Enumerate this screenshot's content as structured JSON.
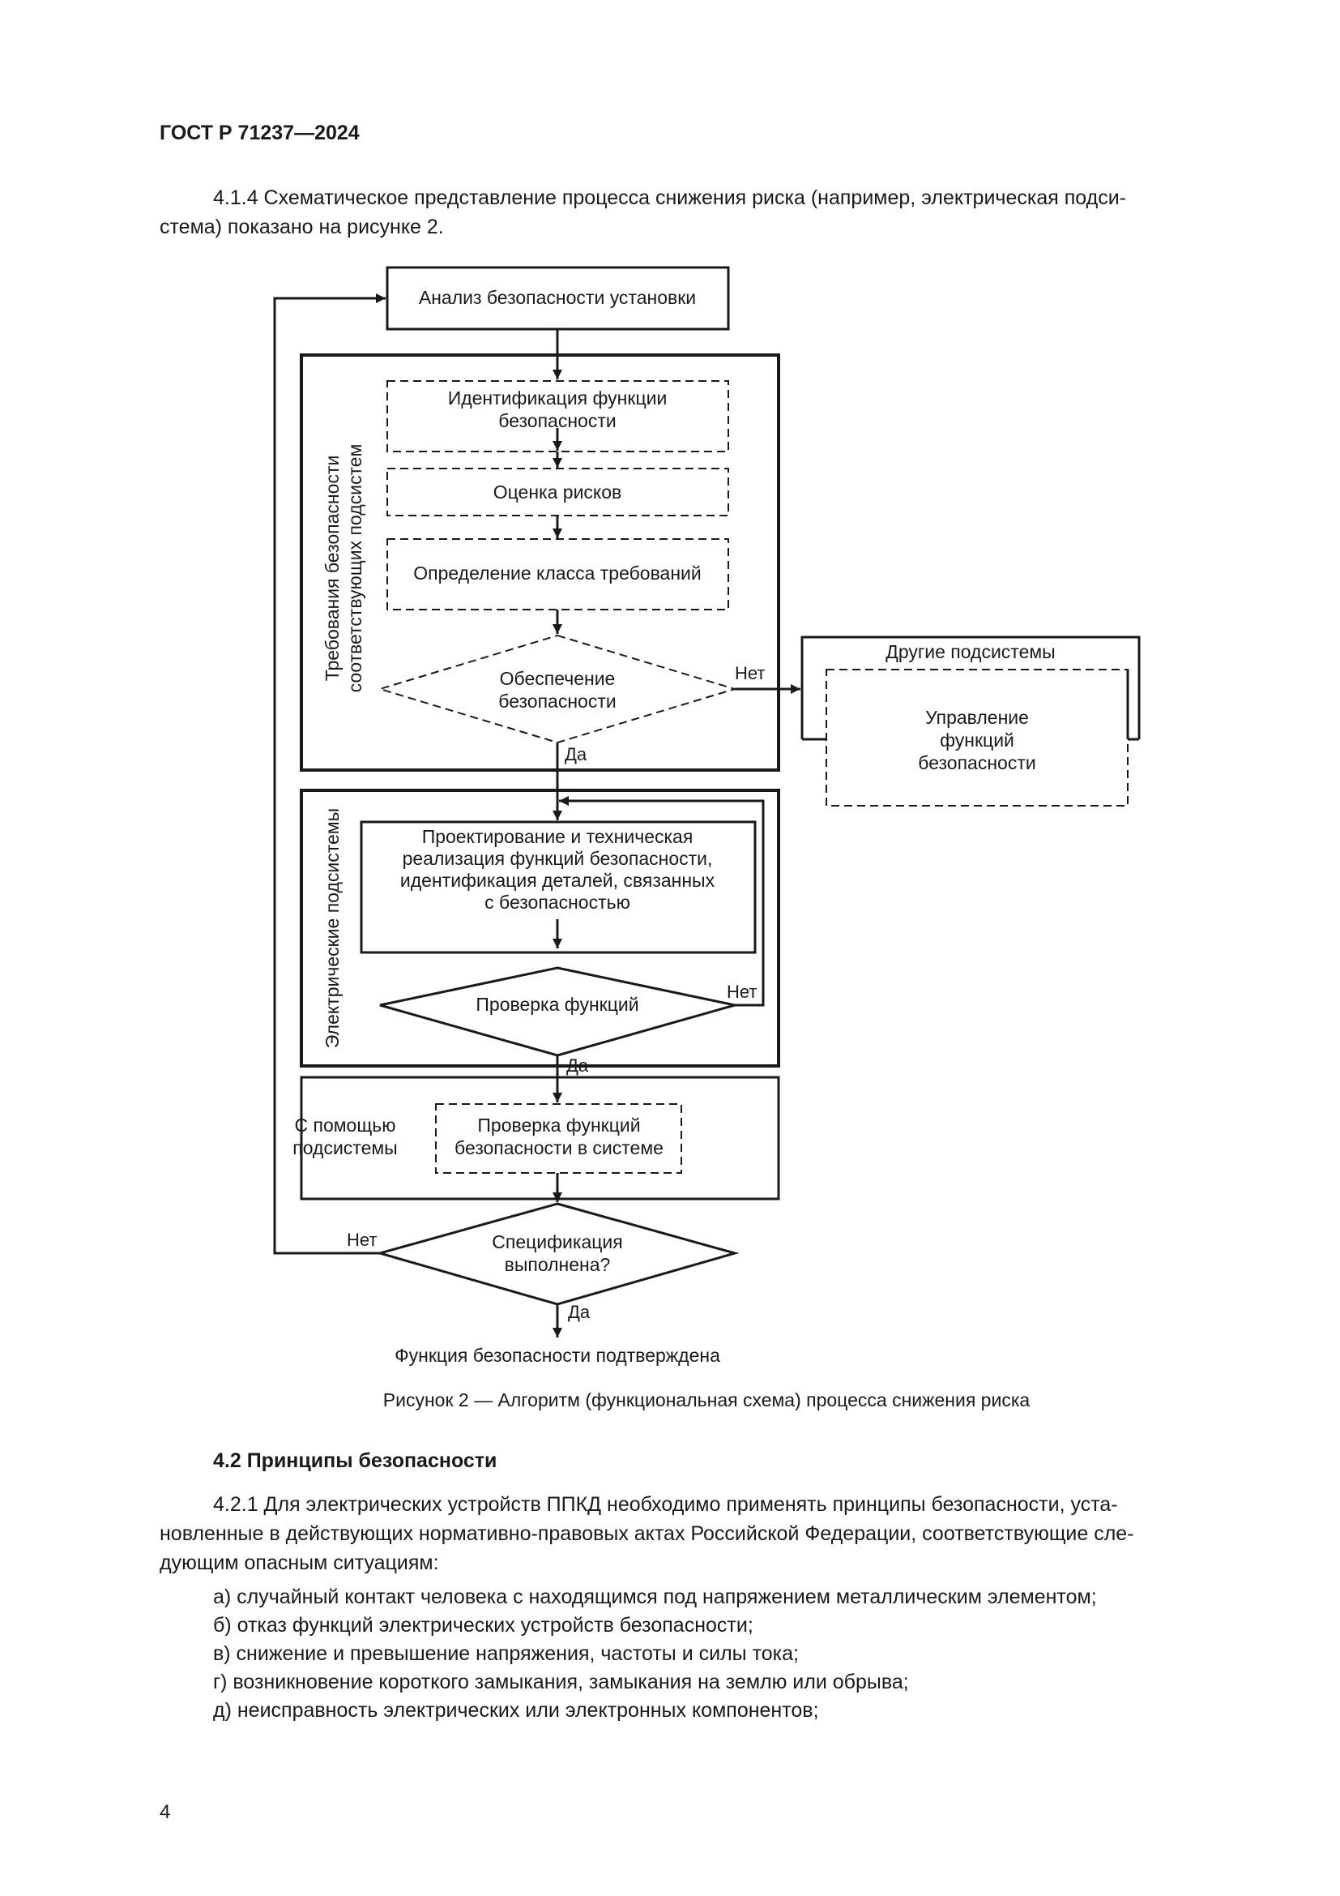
{
  "header": {
    "doc_number": "ГОСТ Р 71237—2024"
  },
  "intro": {
    "line1": "4.1.4 Схематическое представление процесса снижения риска (например, электрическая подси-",
    "line2": "стема) показано на рисунке 2."
  },
  "flowchart": {
    "analysis": "Анализ безопасности установки",
    "requirements_group_line1": "Требования безопасности",
    "requirements_group_line2": "соответствующих подсистем",
    "identification_line1": "Идентификация функции",
    "identification_line2": "безопасности",
    "risk_assessment": "Оценка рисков",
    "class_definition": "Определение класса требований",
    "provision_line1": "Обеспечение",
    "provision_line2": "безопасности",
    "no_label_1": "Нет",
    "yes_label_1": "Да",
    "other_subsystems": "Другие подсистемы",
    "management_line1": "Управление",
    "management_line2": "функций",
    "management_line3": "безопасности",
    "electrical_group": "Электрические подсистемы",
    "design_line1": "Проектирование и техническая",
    "design_line2": "реализация функций безопасности,",
    "design_line3": "идентификация деталей, связанных",
    "design_line4": "с безопасностью",
    "function_check": "Проверка функций",
    "no_label_2": "Нет",
    "yes_label_2": "Да",
    "subsystem_line1": "С помощью",
    "subsystem_line2": "подсистемы",
    "system_check_line1": "Проверка функций",
    "system_check_line2": "безопасности в системе",
    "spec_line1": "Спецификация",
    "spec_line2": "выполнена?",
    "no_label_3": "Нет",
    "yes_label_3": "Да",
    "confirmed": "Функция безопасности подтверждена"
  },
  "caption": "Рисунок 2 — Алгоритм (функциональная схема) процесса снижения риска",
  "section": {
    "title": "4.2 Принципы безопасности"
  },
  "body": {
    "line1": "4.2.1 Для электрических устройств ППКД необходимо применять принципы безопасности, уста-",
    "line2": "новленные в действующих нормативно-правовых актах Российской Федерации, соответствующие сле-",
    "line3": "дующим опасным ситуациям:"
  },
  "list": [
    "а)  случайный контакт человека с находящимся под напряжением металлическим элементом;",
    "б)  отказ функций электрических устройств безопасности;",
    "в)  снижение и превышение напряжения, частоты и силы тока;",
    "г)  возникновение короткого замыкания, замыкания на землю или обрыва;",
    "д)  неисправность электрических или электронных компонентов;"
  ],
  "page_number": "4"
}
